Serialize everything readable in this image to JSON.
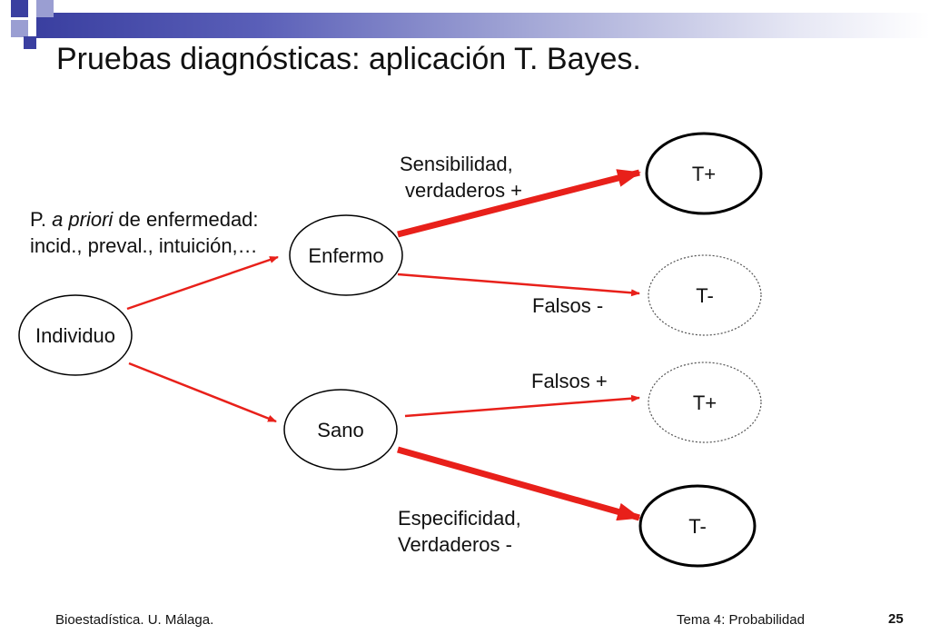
{
  "slide": {
    "title": "Pruebas diagnósticas: aplicación T. Bayes."
  },
  "nodes": {
    "individuo": "Individuo",
    "enfermo": "Enfermo",
    "sano": "Sano",
    "t_pos_1": "T+",
    "t_neg_1": "T-",
    "t_pos_2": "T+",
    "t_neg_2": "T-"
  },
  "labels": {
    "prior_prefix": "P. ",
    "prior_italic": "a priori",
    "prior_suffix": " de enfermedad:",
    "prior_line2": "incid., preval., intuición,…",
    "sensibilidad_1": "Sensibilidad,",
    "sensibilidad_2": "verdaderos +",
    "falsos_neg": "Falsos -",
    "falsos_pos": "Falsos +",
    "especificidad_1": "Especificidad,",
    "especificidad_2": "Verdaderos -"
  },
  "footer": {
    "left": "Bioestadística. U. Málaga.",
    "right": "Tema 4: Probabilidad",
    "page": "25"
  },
  "colors": {
    "arrow": "#e8201a",
    "header_dark": "#3a3fa0",
    "header_light": "#9a9ed2"
  }
}
